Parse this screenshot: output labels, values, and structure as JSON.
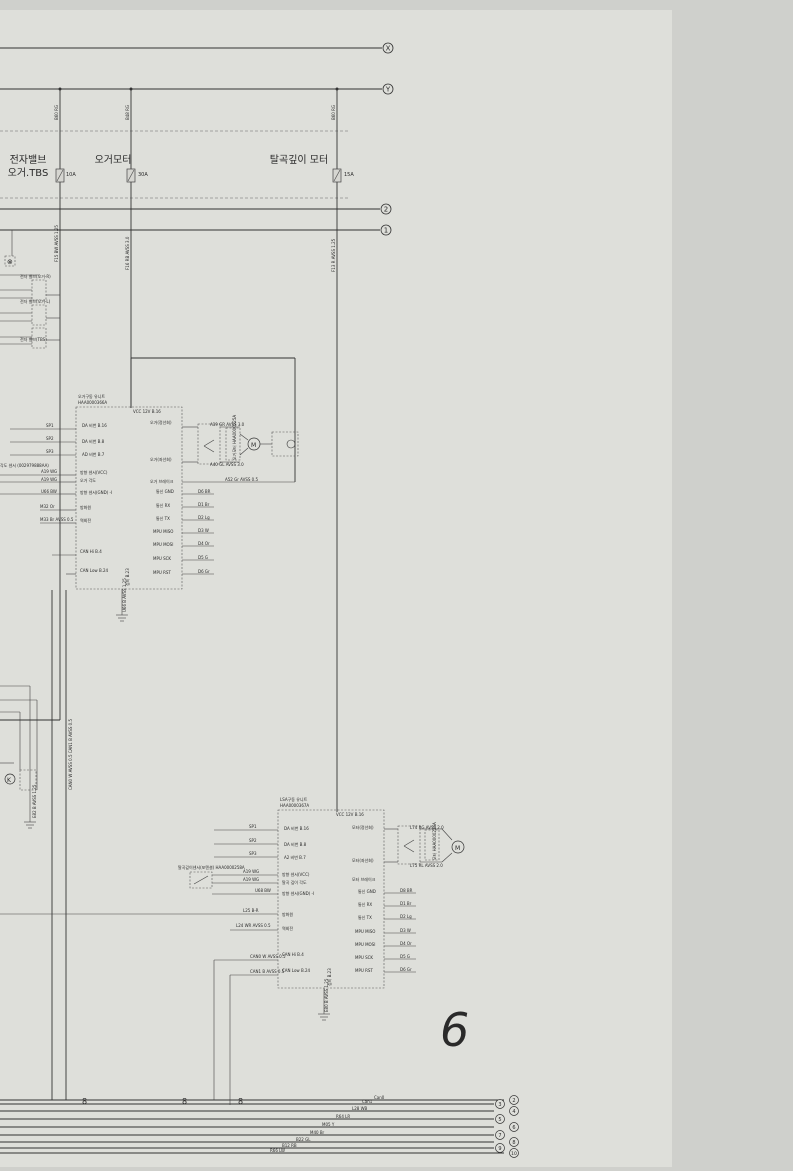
{
  "sheet": {
    "colors": {
      "background": "#cfd0cc",
      "paper": "#dedfda",
      "ink": "#333333"
    },
    "page_mark": "6"
  },
  "buses": [
    {
      "id": "X"
    },
    {
      "id": "Y"
    },
    {
      "id": "2"
    },
    {
      "id": "1"
    }
  ],
  "fuses": [
    {
      "label": "전자밸브\n오거.TBS",
      "rating": "10A",
      "in_wire": "B60 RG",
      "out_wire": "F15 BW AVSS 1.25"
    },
    {
      "label": "오거모터",
      "rating": "30A",
      "in_wire": "B48 RG",
      "out_wire": "F16 RB AVSS 3.0"
    },
    {
      "label": "탈곡깊이 모터",
      "rating": "15A",
      "in_wire": "B60 RG",
      "out_wire": "F13 R AVSS 1.25"
    }
  ],
  "unit_a": {
    "title": "오거구동 유니트",
    "part_no": "HAA0000366A",
    "pins_left": [
      {
        "label": "DA 비번 B.16"
      },
      {
        "label": "DA 비번 B.8"
      },
      {
        "label": "AD 비번 B.7"
      },
      {
        "label": "방향 센서(VCC)"
      },
      {
        "label": "오거 각도"
      },
      {
        "label": "방향 센서(GND) -I"
      },
      {
        "label": "방화원"
      },
      {
        "label": "역회전"
      },
      {
        "label": "CAN Hi B.4"
      },
      {
        "label": "CAN Low B.24"
      }
    ],
    "pins_right": [
      {
        "label": "VCC 12V B.16"
      },
      {
        "label": "오거(정선회)"
      },
      {
        "label": "오거(좌선회)"
      },
      {
        "label": "오거 브레이크"
      },
      {
        "label": "통신 GND"
      },
      {
        "label": "통신 RX"
      },
      {
        "label": "통신 TX"
      },
      {
        "label": "MPU MISO"
      },
      {
        "label": "MPU MOSI"
      },
      {
        "label": "MPU SCK"
      },
      {
        "label": "MPU RST"
      }
    ],
    "bottom_pin": "접지 B.23",
    "in_wires": [
      {
        "label": "SP1"
      },
      {
        "label": "SP2"
      },
      {
        "label": "SP3"
      },
      {
        "label": "A19 WG"
      },
      {
        "label": "A19 WG"
      },
      {
        "label": "U66 BW"
      },
      {
        "label": "M32 Or"
      },
      {
        "label": "M33 Br AVSS 0.5"
      }
    ],
    "sensor_note": "각도 센서 (002979888AA)",
    "out_wires": [
      {
        "label": "A39 GR AVSS 3.0"
      },
      {
        "label": "A40 GL AVSS 3.0"
      },
      {
        "label": "A52 Gr AVSS 0.5"
      },
      {
        "label": "D6 BR"
      },
      {
        "label": "D1 Br"
      },
      {
        "label": "D2 Lg"
      },
      {
        "label": "D3 W"
      },
      {
        "label": "D4 Or"
      },
      {
        "label": "D5 G"
      },
      {
        "label": "D6 Gr"
      }
    ],
    "ground_wire": "U66 B AVSS 1.25",
    "motor_part": "오거모터 HAA0000225A"
  },
  "unit_b": {
    "title": "LSA구동 유니트",
    "part_no": "HAA0000367A",
    "pins_left": [
      {
        "label": "DA 비번 B.16"
      },
      {
        "label": "DA 비번 B.8"
      },
      {
        "label": "A2 비번 B.7"
      },
      {
        "label": "방향 센서(VCC)"
      },
      {
        "label": "탈곡 깊이 각도"
      },
      {
        "label": "방향 센서(GND) -I"
      },
      {
        "label": "방화원"
      },
      {
        "label": "역회전"
      },
      {
        "label": "CAN Hi B.4"
      },
      {
        "label": "CAN Low B.24"
      }
    ],
    "pins_right": [
      {
        "label": "VCC 12V B.16"
      },
      {
        "label": "모터(정선회)"
      },
      {
        "label": "모터(좌선회)"
      },
      {
        "label": "모터 브레이크"
      },
      {
        "label": "통신 GND"
      },
      {
        "label": "통신 RX"
      },
      {
        "label": "통신 TX"
      },
      {
        "label": "MPU MISO"
      },
      {
        "label": "MPU MOSI"
      },
      {
        "label": "MPU SCK"
      },
      {
        "label": "MPU RST"
      }
    ],
    "bottom_pin": "접지 B.23",
    "in_wires": [
      {
        "label": "SP1"
      },
      {
        "label": "SP2"
      },
      {
        "label": "SP3"
      },
      {
        "label": "A19 WG"
      },
      {
        "label": "A19 WG"
      },
      {
        "label": "U68 BW"
      },
      {
        "label": "L25 B-R"
      },
      {
        "label": "L24 WR AVSS 0.5"
      },
      {
        "label": "CAN0 W AVSS 0.5"
      },
      {
        "label": "CAN1 B AVSS 0.5"
      }
    ],
    "sensor_note": "탈곡깊이센서(포텐셜) HAA0000258A",
    "out_wires": [
      {
        "label": "L74 RG AVSS 2.0"
      },
      {
        "label": "L75 RL AVSS 2.0"
      },
      {
        "label": "D8 BR"
      },
      {
        "label": "D1 Br"
      },
      {
        "label": "D2 Lg"
      },
      {
        "label": "D3 W"
      },
      {
        "label": "D4 Or"
      },
      {
        "label": "D5 G"
      },
      {
        "label": "D6 Gr"
      }
    ],
    "ground_wire": "E80 B AVSS 1.25",
    "motor_part": "모터 HAA0000226A"
  },
  "left_fragments": {
    "valve_labels": [
      {
        "label": "전자 밸브(오거-R)"
      },
      {
        "label": "전자 밸브(오거-L)"
      },
      {
        "label": "전자 밸브(TBS)"
      }
    ],
    "can_wires": "CAN0 W AVSS 0.5 CAN1 B AVSS 0.5",
    "ground_wire": "E82 B AVSS 1.25"
  },
  "bottom_bus": [
    {
      "wire": "Can0",
      "terminal": "2"
    },
    {
      "wire": "Can1",
      "terminal": "3"
    },
    {
      "wire": "L28 WB",
      "terminal": "4"
    },
    {
      "wire": "R64 LR",
      "terminal": "5"
    },
    {
      "wire": "M05 Y",
      "terminal": "6"
    },
    {
      "wire": "M40 Br",
      "terminal": "7"
    },
    {
      "wire": "B22 GL",
      "terminal": "8"
    },
    {
      "wire": "B12 RB",
      "terminal": "9"
    },
    {
      "wire": "R66 LW",
      "terminal": "10"
    }
  ]
}
